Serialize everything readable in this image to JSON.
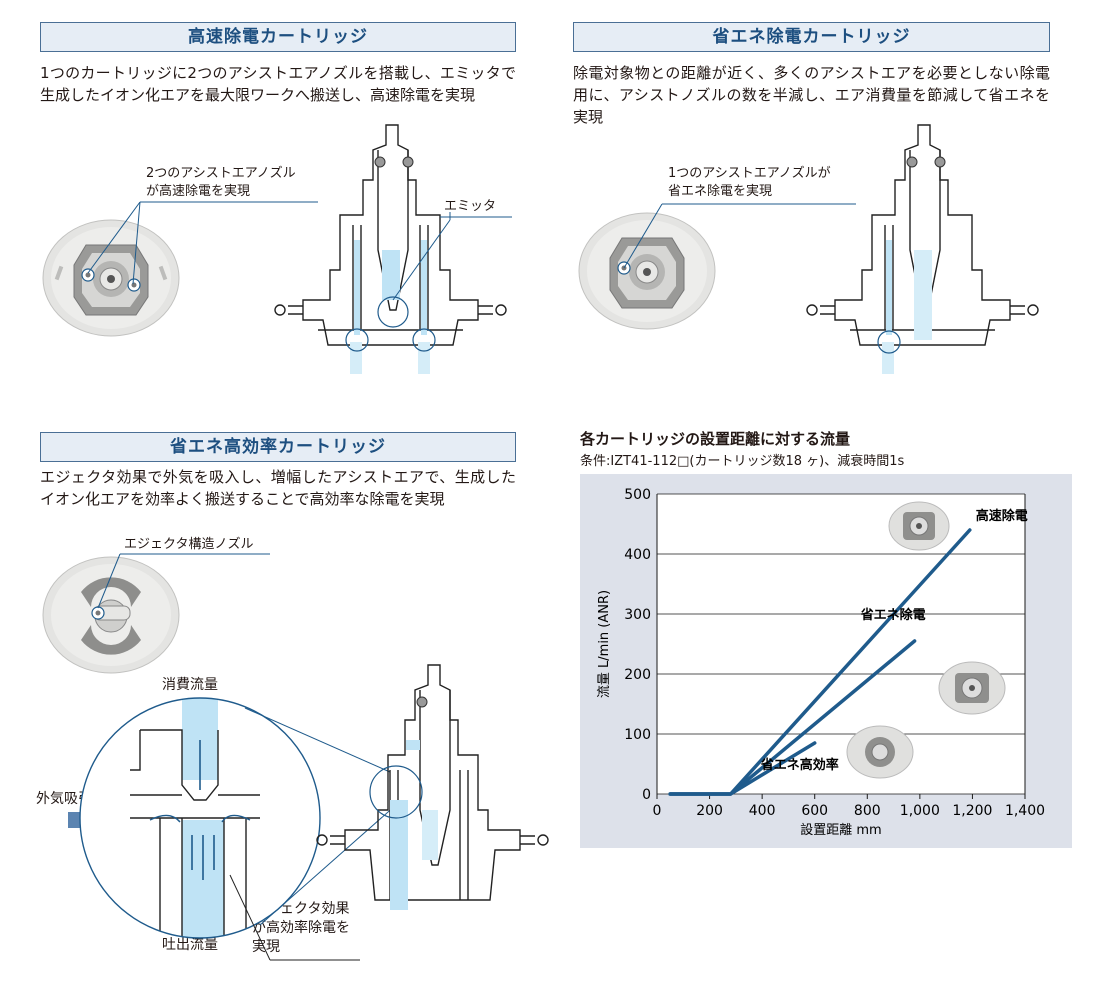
{
  "sections": {
    "fast": {
      "title": "高速除電カートリッジ",
      "desc": "1つのカートリッジに2つのアシストエアノズルを搭載し、エミッタで生成したイオン化エアを最大限ワークへ搬送し、高速除電を実現",
      "callout_line1": "2つのアシストエアノズル",
      "callout_line2": "が高速除電を実現",
      "emitter_label": "エミッタ"
    },
    "energy": {
      "title": "省エネ除電カートリッジ",
      "desc": "除電対象物との距離が近く、多くのアシストエアを必要としない除電用に、アシストノズルの数を半減し、エア消費量を節減して省エネを実現",
      "callout_line1": "1つのアシストエアノズルが",
      "callout_line2": "省エネ除電を実現"
    },
    "efficiency": {
      "title": "省エネ高効率カートリッジ",
      "desc": "エジェクタ効果で外気を吸入し、増幅したアシストエアで、生成したイオン化エアを効率よく搬送することで高効率な除電を実現",
      "nozzle_label": "エジェクタ構造ノズル",
      "consumed_flow": "消費流量",
      "intake": "外気吸引",
      "discharge_flow": "吐出流量",
      "effect_line1": "エジェクタ効果",
      "effect_line2": "が高効率除電を",
      "effect_line3": "実現"
    }
  },
  "chart_title": "各カートリッジの設置距離に対する流量",
  "chart_condition": "条件:IZT41-112□(カートリッジ数18 ヶ)、減衰時間1s",
  "colors": {
    "accent": "#1d4f80",
    "line": "#1f5b8c",
    "chart_bg": "#dde1ea",
    "flow": "#bfe3f5"
  },
  "chart_data": {
    "type": "line",
    "title": "各カートリッジの設置距離に対する流量",
    "xlabel": "設置距離 mm",
    "ylabel": "流量 L/min (ANR)",
    "xlim": [
      0,
      1400
    ],
    "ylim": [
      0,
      500
    ],
    "xticks": [
      0,
      200,
      400,
      600,
      800,
      1000,
      1200,
      1400
    ],
    "xtick_labels": [
      "0",
      "200",
      "400",
      "600",
      "800",
      "1,000",
      "1,200",
      "1,400"
    ],
    "yticks": [
      0,
      100,
      200,
      300,
      400,
      500
    ],
    "grid": true,
    "series": [
      {
        "name": "高速除電",
        "x": [
          50,
          280,
          1190
        ],
        "y": [
          0,
          0,
          440
        ]
      },
      {
        "name": "省エネ除電",
        "x": [
          50,
          280,
          980
        ],
        "y": [
          0,
          0,
          255
        ]
      },
      {
        "name": "省エネ高効率",
        "x": [
          50,
          280,
          600
        ],
        "y": [
          0,
          0,
          85
        ]
      }
    ]
  }
}
